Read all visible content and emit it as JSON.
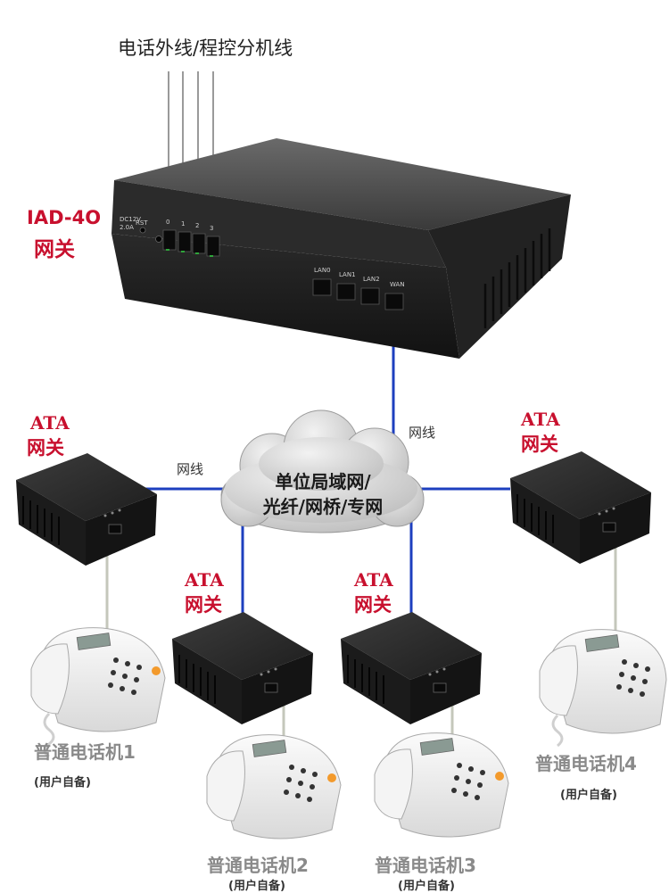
{
  "pstn_label": "电话外线/程控分机线",
  "iad": {
    "model": "IAD-4O",
    "type": "网关",
    "power_label": "DC12V",
    "power_rating": "2.0A",
    "reset_label": "RST",
    "fxo_ports": [
      "0",
      "1",
      "2",
      "3"
    ],
    "lan_ports": [
      "LAN0",
      "LAN1",
      "LAN2",
      "WAN"
    ]
  },
  "network": {
    "line1": "单位局域网/",
    "line2": "光纤/网桥/专网"
  },
  "cable_label": "网线",
  "ata": [
    {
      "model": "ATA",
      "type": "网关"
    },
    {
      "model": "ATA",
      "type": "网关"
    },
    {
      "model": "ATA",
      "type": "网关"
    },
    {
      "model": "ATA",
      "type": "网关"
    }
  ],
  "phones": [
    {
      "name": "普通电话机1",
      "note": "(用户自备)"
    },
    {
      "name": "普通电话机2",
      "note": "(用户自备)"
    },
    {
      "name": "普通电话机3",
      "note": "(用户自备)"
    },
    {
      "name": "普通电话机4",
      "note": "(用户自备)"
    }
  ]
}
